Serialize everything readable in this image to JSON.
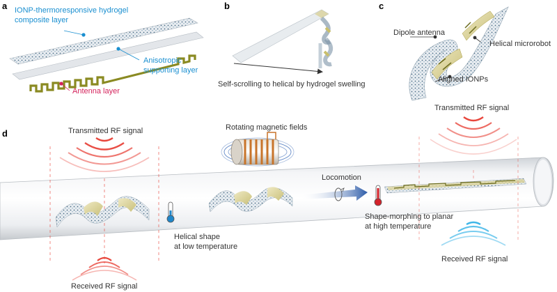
{
  "panels": {
    "a": {
      "letter": "a",
      "layer_top": [
        "IONP-thermoresponsive hydrogel",
        "composite layer"
      ],
      "layer_mid": [
        "Anisotropic",
        "supporting layer"
      ],
      "layer_bottom": "Antenna layer"
    },
    "b": {
      "letter": "b",
      "caption": "Self-scrolling to helical by hydrogel swelling"
    },
    "c": {
      "letter": "c",
      "dipole": "Dipole antenna",
      "helical": "Helical microrobot",
      "ionps": "Aligned IONPs"
    },
    "d": {
      "letter": "d",
      "tx_left": "Transmitted RF signal",
      "rx_left": "Received RF signal",
      "magnetic": "Rotating magnetic fields",
      "locomotion": "Locomotion",
      "helical_shape": [
        "Helical shape",
        "at low temperature"
      ],
      "planar_shape": [
        "Shape-morphing to planar",
        "at high temperature"
      ],
      "tx_right": "Transmitted RF signal",
      "rx_right": "Received RF signal"
    }
  },
  "colors": {
    "blue_label": "#1a8fd0",
    "red_label": "#d4235c",
    "transmit_wave": "#e8463c",
    "receive_wave": "#3fb6e8",
    "antenna_gold": "#8a8a22",
    "arrow_blue": "#2b5aa8"
  }
}
